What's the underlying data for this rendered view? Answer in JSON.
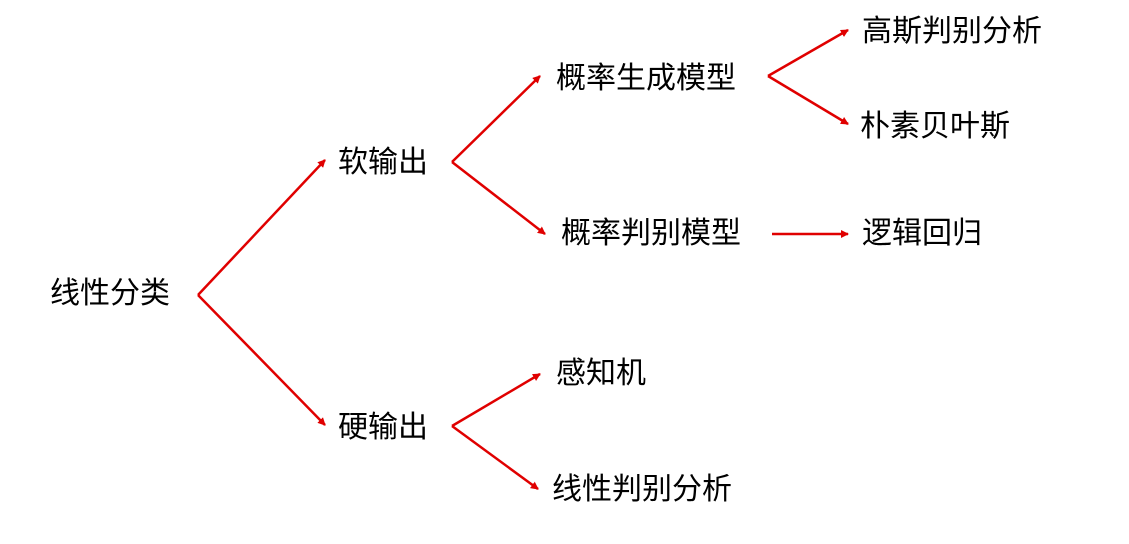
{
  "edge_color": "#e00000",
  "text_color": "#000000",
  "nodes": {
    "root": "线性分类",
    "soft_output": "软输出",
    "hard_output": "硬输出",
    "generative_model": "概率生成模型",
    "discriminative_model": "概率判别模型",
    "perceptron": "感知机",
    "linear_discriminant_analysis": "线性判别分析",
    "gaussian_discriminant_analysis": "高斯判别分析",
    "naive_bayes": "朴素贝叶斯",
    "logistic_regression": "逻辑回归"
  },
  "edges": [
    {
      "from": "root",
      "to": "soft_output"
    },
    {
      "from": "root",
      "to": "hard_output"
    },
    {
      "from": "soft_output",
      "to": "generative_model"
    },
    {
      "from": "soft_output",
      "to": "discriminative_model"
    },
    {
      "from": "generative_model",
      "to": "gaussian_discriminant_analysis"
    },
    {
      "from": "generative_model",
      "to": "naive_bayes"
    },
    {
      "from": "discriminative_model",
      "to": "logistic_regression"
    },
    {
      "from": "hard_output",
      "to": "perceptron"
    },
    {
      "from": "hard_output",
      "to": "linear_discriminant_analysis"
    }
  ]
}
